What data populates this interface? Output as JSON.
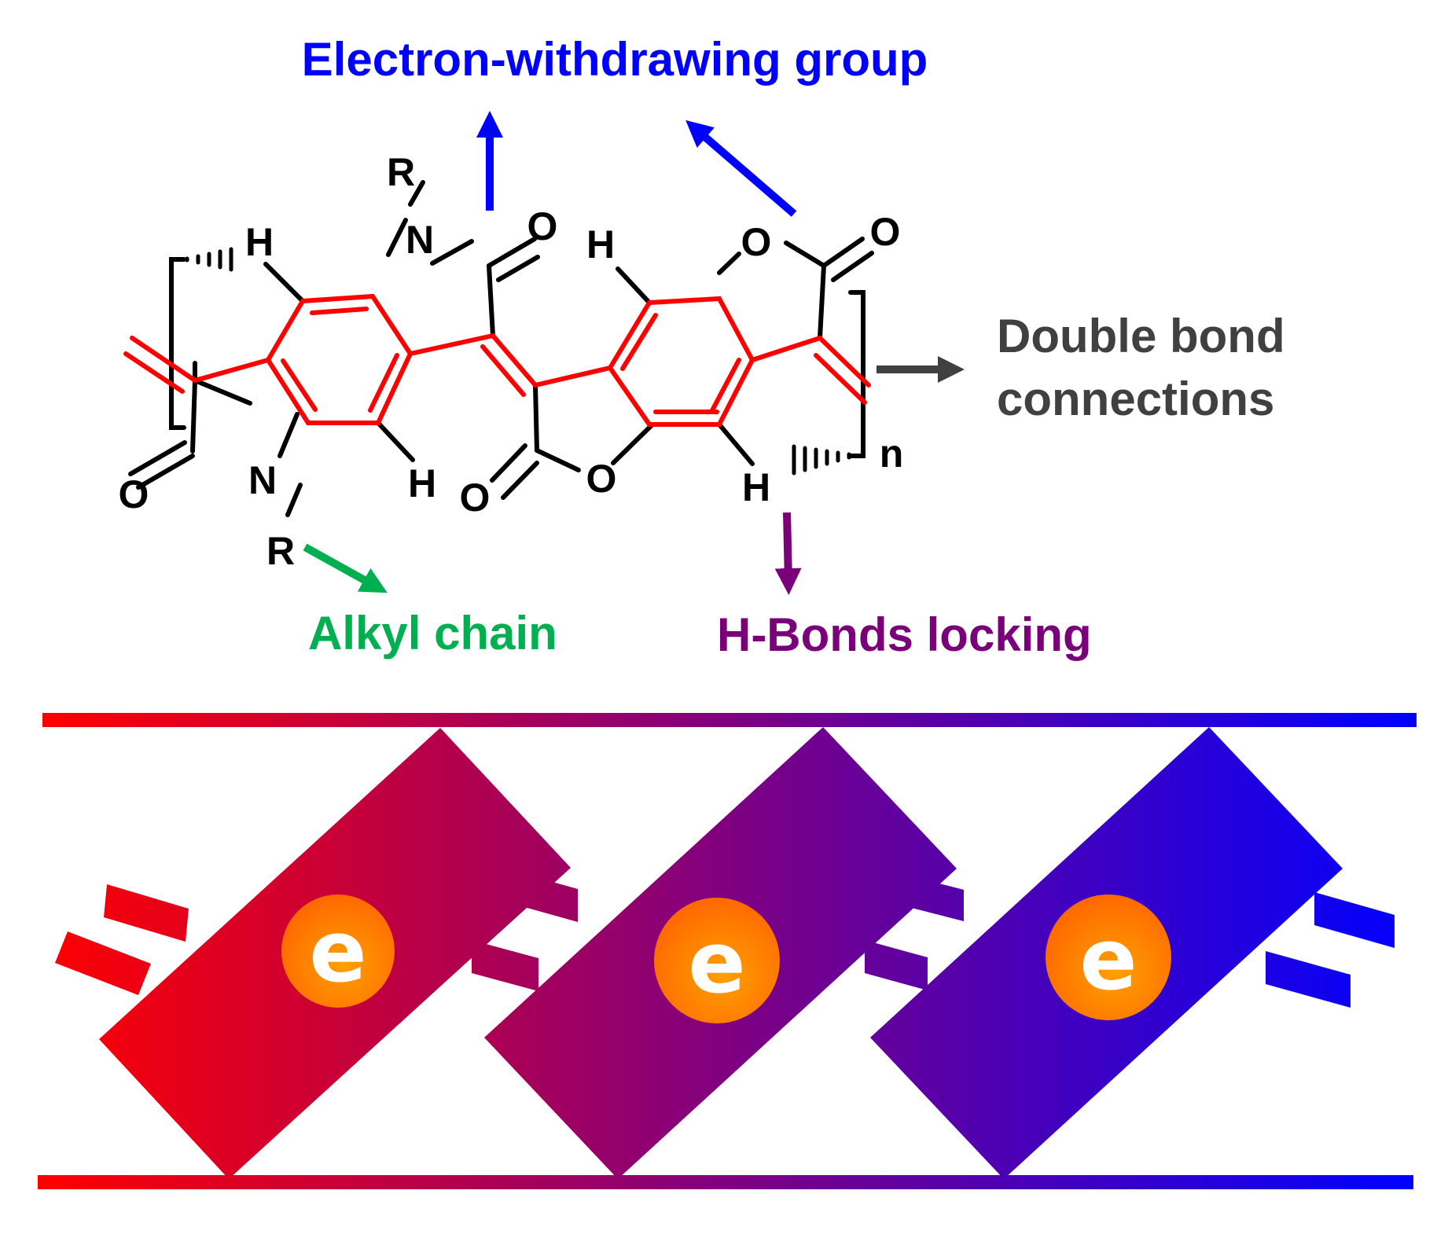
{
  "labels": {
    "ewg": "Electron-withdrawing group",
    "double_bond_1": "Double bond",
    "double_bond_2": "connections",
    "alkyl": "Alkyl chain",
    "hbond": "H-Bonds locking",
    "repeat_n": "n"
  },
  "atoms": {
    "R": "R",
    "N": "N",
    "O": "O",
    "H": "H"
  },
  "electron_symbol": "e",
  "colors": {
    "ewg": "#0000ff",
    "double_bond": "#404040",
    "alkyl": "#00b050",
    "hbond": "#7a007a",
    "conjugated_core": "#ff0000",
    "skeleton": "#000000",
    "gradient_start": "#ff0000",
    "gradient_mid": "#800080",
    "gradient_end": "#0000ff",
    "electron_outer": "#ff6a00",
    "electron_inner": "#ffa000"
  }
}
